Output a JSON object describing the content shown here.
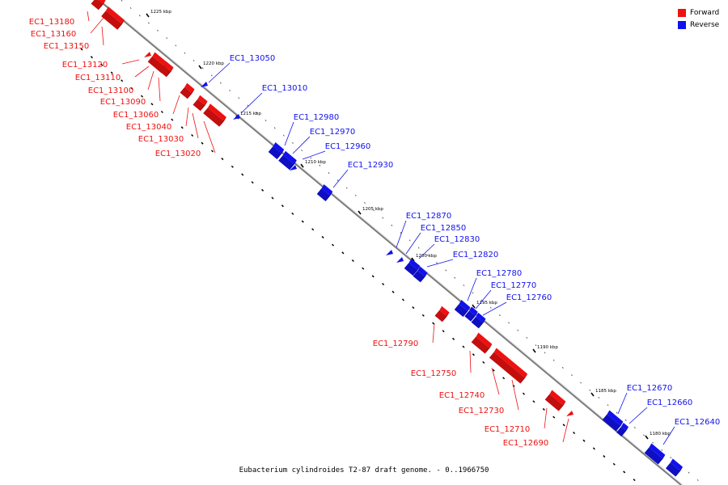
{
  "colors": {
    "forward": "#ee1111",
    "reverse": "#1111ee",
    "axis": "#888888"
  },
  "legend": [
    {
      "label": "Forward",
      "color": "#ee1111"
    },
    {
      "label": "Reverse",
      "color": "#1111ee"
    }
  ],
  "caption": "Eubacterium cylindroides T2-87 draft genome. - 0..1966750",
  "kbp_labels": [
    "1225 kbp",
    "1220 kbp",
    "1215 kbp",
    "1210 kbp",
    "1205 kbp",
    "1200 kbp",
    "1195 kbp",
    "1190 kbp",
    "1185 kbp",
    "1180 kbp"
  ],
  "forward_genes": [
    "EC1_13180",
    "EC1_13160",
    "EC1_13150",
    "EC1_13120",
    "EC1_13110",
    "EC1_13100",
    "EC1_13090",
    "EC1_13060",
    "EC1_13040",
    "EC1_13030",
    "EC1_13020",
    "EC1_12790",
    "EC1_12750",
    "EC1_12740",
    "EC1_12730",
    "EC1_12710",
    "EC1_12690"
  ],
  "reverse_genes": [
    "EC1_13050",
    "EC1_13010",
    "EC1_12980",
    "EC1_12970",
    "EC1_12960",
    "EC1_12930",
    "EC1_12870",
    "EC1_12850",
    "EC1_12830",
    "EC1_12820",
    "EC1_12780",
    "EC1_12770",
    "EC1_12760",
    "EC1_12670",
    "EC1_12660",
    "EC1_12640"
  ]
}
